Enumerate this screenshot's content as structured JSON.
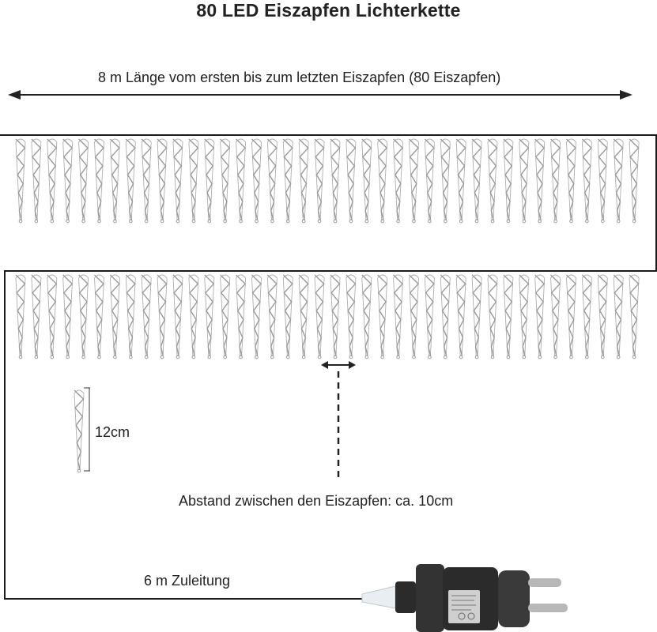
{
  "title": "80 LED  Eiszapfen Lichterkette",
  "length_label": "8 m Länge vom ersten bis zum letzten Eiszapfen (80 Eiszapfen)",
  "icicle_height_label": "12cm",
  "spacing_label": "Abstand zwischen den Eiszapfen: ca. 10cm",
  "lead_label": "6 m Zuleitung",
  "icicles_per_row": 40,
  "rows": 2,
  "colors": {
    "wire": "#1a1a1a",
    "icicle": "#9a9a9a",
    "plug": "#2b2b2b",
    "pin": "#b8b8b8"
  }
}
